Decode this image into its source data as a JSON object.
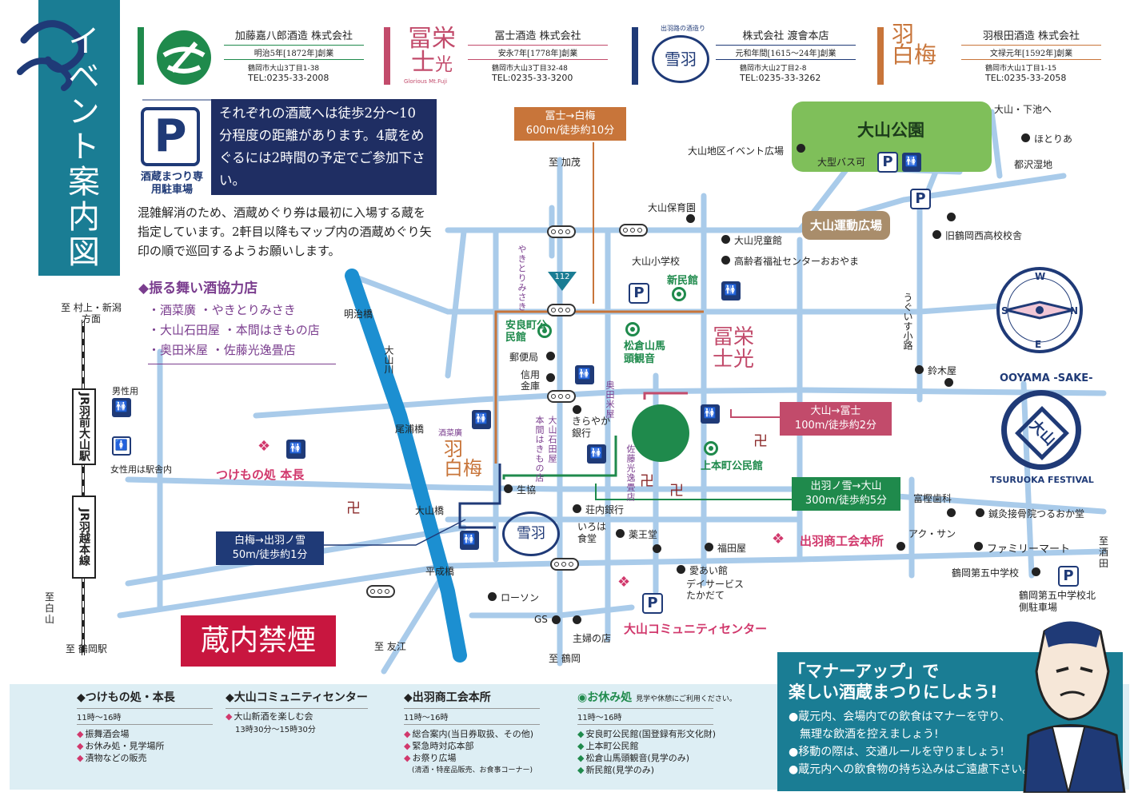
{
  "sidebar": {
    "title": "イベント案内図"
  },
  "brewers": [
    {
      "name": "加藤嘉八郎酒造 株式会社",
      "founded": "明治5年[1872年]創業",
      "address": "鶴岡市大山3丁目1-38",
      "tel": "TEL:0235-33-2008",
      "color": "#1f8a4c"
    },
    {
      "name": "冨士酒造 株式会社",
      "founded": "安永7年[1778年]創業",
      "address": "鶴岡市大山3丁目32-48",
      "tel": "TEL:0235-33-3200",
      "color": "#c24b6b"
    },
    {
      "name": "株式会社 渡會本店",
      "founded": "元和年間[1615〜24年]創業",
      "address": "鶴岡市大山2丁目2-8",
      "tel": "TEL:0235-33-3262",
      "color": "#1f3a77"
    },
    {
      "name": "羽根田酒造 株式会社",
      "founded": "文禄元年[1592年]創業",
      "address": "鶴岡市大山1丁目1-15",
      "tel": "TEL:0235-33-2058",
      "color": "#c8753a"
    }
  ],
  "logos": {
    "fuji_sub": "Glorious Mt.Fuji",
    "dewa_top": "出羽路の酒造り"
  },
  "parking": {
    "label": "酒蔵まつり専用駐車場",
    "symbol": "P"
  },
  "notice_box": "それぞれの酒蔵へは徒歩2分〜10分程度の距離があります。4蔵をめぐるには2時間の予定でご参加下さい。",
  "notice_text": "混雑解消のため、酒蔵めぐり券は最初に入場する蔵を指定しています。2軒目以降もマップ内の酒蔵めぐり矢印の順で巡回するようお願いします。",
  "partners": {
    "title": "◆振る舞い酒協力店",
    "items": [
      "・酒菜廣 ・やきとりみさき",
      "・大山石田屋 ・本間はきもの店",
      "・奥田米屋 ・佐藤光逸畳店"
    ]
  },
  "routes": {
    "fuji_shiraume": {
      "title": "冨士→白梅",
      "detail": "600m/徒歩約10分"
    },
    "oyama_fuji": {
      "title": "大山→冨士",
      "detail": "100m/徒歩約2分"
    },
    "dewa_oyama": {
      "title": "出羽ノ雪→大山",
      "detail": "300m/徒歩約5分"
    },
    "shiraume_dewa": {
      "title": "白梅→出羽ノ雪",
      "detail": "50m/徒歩約1分"
    }
  },
  "park": {
    "name": "大山公園",
    "bus": "大型バス可"
  },
  "sports_ground": "大山運動広場",
  "places": {
    "event_square": "大山地区イベント広場",
    "to_shimoike": "大山・下池へ",
    "hotoria": "ほとりあ",
    "tsuzawa": "都沢湿地",
    "nursery": "大山保育園",
    "kids_hall": "大山児童館",
    "elder_center": "高齢者福祉センターおおやま",
    "school": "大山小学校",
    "shinminkan": "新民館",
    "old_highschool": "旧鶴岡西高校校舎",
    "uguisu": "うぐいす小路",
    "suzukiya": "鈴木屋",
    "yasuramachi": "安良町公民館",
    "post": "郵便局",
    "shinkin": "信用金庫",
    "matsukurayama": "松倉山馬頭観音",
    "kirayaka": "きらやか銀行",
    "kamihon": "上本町公民館",
    "seikyo": "生協",
    "shonai_bank": "荘内銀行",
    "iroha": "いろは食堂",
    "yakuodo": "薬王堂",
    "fukudaya": "福田屋",
    "aiaikan": "愛あい館",
    "dayservice": "デイサービスたかだて",
    "lawson": "ローソン",
    "gs": "GS",
    "shufu": "主婦の店",
    "tomiya": "富樫歯科",
    "acupuncture": "鍼灸接骨院つるおか堂",
    "acu_san": "アク・サン",
    "familymart": "ファミリーマート",
    "junior_high": "鶴岡第五中学校",
    "jh_parking": "鶴岡第五中学校北側駐車場",
    "meiji_bridge": "明治橋",
    "oyama_river": "大山川",
    "obara_bridge": "尾浦橋",
    "oyama_bridge": "大山橋",
    "heisei_bridge": "平成橋",
    "sakanahiro": "酒菜廣",
    "tsukemono": "つけもの処 本長",
    "dewa_shokokai": "出羽商工会本所",
    "community": "大山コミュニティセンター",
    "jr_station": "JR羽前大山駅",
    "jr_line": "JR羽越本線",
    "men_wc": "男性用",
    "women_wc": "女性用は駅舎内",
    "route112": "112"
  },
  "vertical_shops": {
    "yakitori": "やきとりみさき",
    "ishidaya": "大山石田屋",
    "honma": "本間はきもの店",
    "okuda": "奥田米屋",
    "sato": "佐藤光逸畳店"
  },
  "directions": {
    "kamo": "至 加茂",
    "murakami": "至 村上・新潟方面",
    "shirayama": "至 白山",
    "tsuruoka_st": "至 鶴岡駅",
    "tomoe": "至 友江",
    "tsuruoka": "至 鶴岡",
    "sakata": "至 酒田"
  },
  "compass": {
    "n": "N",
    "s": "S",
    "e": "E",
    "w": "W"
  },
  "festival_logo": {
    "top": "OOYAMA -SAKE-",
    "bottom": "TSURUOKA FESTIVAL",
    "center": "大山"
  },
  "no_smoking": "蔵内禁煙",
  "info": [
    {
      "title": "◆つけもの処・本長",
      "hours": "11時〜16時",
      "items": [
        "振舞酒会場",
        "お休み処・見学場所",
        "漬物などの販売"
      ]
    },
    {
      "title": "◆大山コミュニティセンター",
      "hours": "",
      "items": [
        "大山新酒を楽しむ会"
      ],
      "sub": "13時30分〜15時30分"
    },
    {
      "title": "◆出羽商工会本所",
      "hours": "11時〜16時",
      "items": [
        "総合案内(当日券取扱、その他)",
        "緊急時対応本部",
        "お祭り広場"
      ],
      "sub": "(清酒・特産品販売、お食事コーナー)"
    },
    {
      "title": "◉お休み処",
      "note": "見学や休憩にご利用ください。",
      "hours": "11時〜16時",
      "items": [
        "安良町公民館(国登録有形文化財)",
        "上本町公民館",
        "松倉山馬頭観音(見学のみ)",
        "新民館(見学のみ)"
      ]
    }
  ],
  "manners": {
    "title1": "「マナーアップ」で",
    "title2": "楽しい酒蔵まつりにしよう!",
    "items": [
      "●蔵元内、会場内での飲食はマナーを守り、",
      "　無理な飲酒を控えましょう!",
      "●移動の際は、交通ルールを守りましょう!",
      "●蔵元内への飲食物の持ち込みはご遠慮下さい。"
    ]
  },
  "colors": {
    "navy": "#1f3a77",
    "teal": "#1a7d94",
    "road": "#9cc3e6",
    "river": "#1c8fd1",
    "green": "#1f8a4c",
    "orange": "#c8753a",
    "pink": "#c24b6b",
    "red": "#c8163f"
  }
}
